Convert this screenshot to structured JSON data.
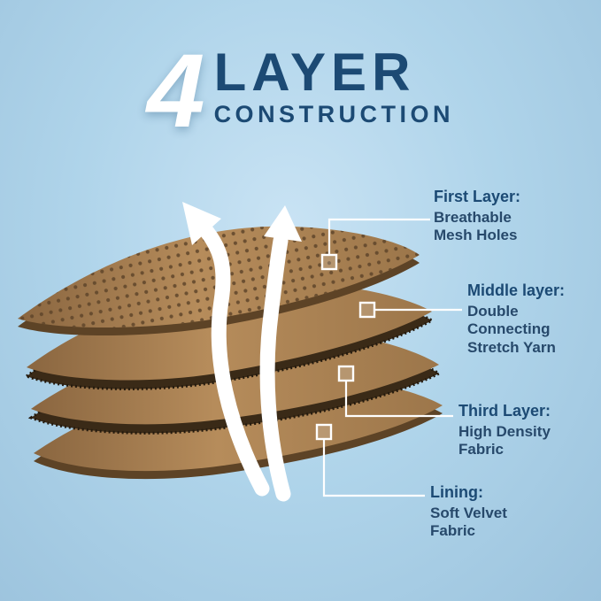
{
  "title": {
    "number": "4",
    "word": "LAYER",
    "subtitle": "CONSTRUCTION"
  },
  "labels": [
    {
      "heading": "First Layer:",
      "body": "Breathable\nMesh Holes"
    },
    {
      "heading": "Middle layer:",
      "body": "Double\nConnecting\nStretch Yarn"
    },
    {
      "heading": "Third Layer:",
      "body": "High Density\nFabric"
    },
    {
      "heading": "Lining:",
      "body": "Soft Velvet\nFabric"
    }
  ],
  "colors": {
    "bg-center": "#c9e3f4",
    "bg-mid": "#afd4ea",
    "bg-edge": "#9cc3dd",
    "navy": "#1c4a74",
    "body-text": "#27496b",
    "white": "#ffffff",
    "fabric-light": "#b68c5b",
    "fabric-mid": "#9c764a",
    "fabric-dark": "#5d4326",
    "fabric-frayed-edge": "#3a2a17",
    "mesh-dot": "#5f452a"
  }
}
